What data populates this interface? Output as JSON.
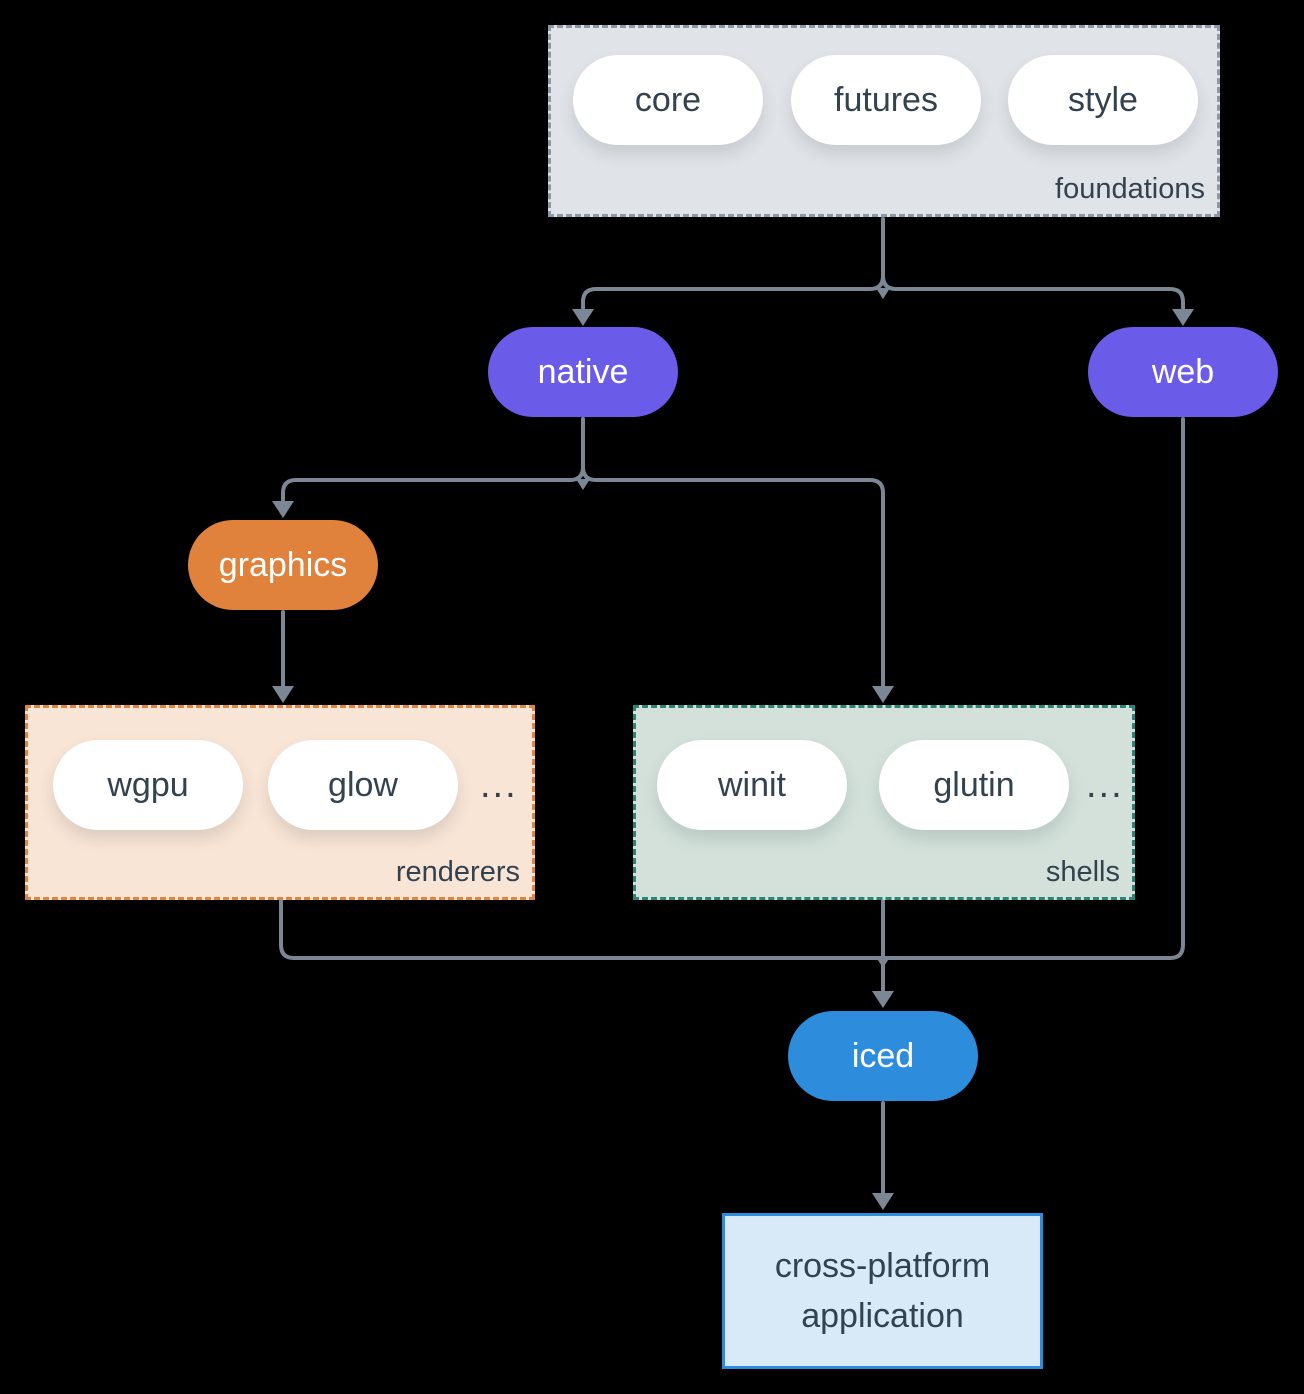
{
  "nodes": {
    "foundations": {
      "label": "foundations",
      "pills": [
        "core",
        "futures",
        "style"
      ]
    },
    "native": {
      "label": "native"
    },
    "web": {
      "label": "web"
    },
    "graphics": {
      "label": "graphics"
    },
    "renderers": {
      "label": "renderers",
      "pills": [
        "wgpu",
        "glow"
      ],
      "ellipsis": "..."
    },
    "shells": {
      "label": "shells",
      "pills": [
        "winit",
        "glutin"
      ],
      "ellipsis": "..."
    },
    "iced": {
      "label": "iced"
    },
    "application": {
      "lines": [
        "cross-platform",
        "application"
      ]
    }
  },
  "colors": {
    "background": "#000000",
    "arrow": "#7b8794",
    "purple_pill": "#6b5be9",
    "orange_pill": "#e0813c",
    "blue_pill": "#2d8cdc",
    "white_pill": "#ffffff",
    "foundations_fill": "#e0e4e8",
    "foundations_border": "#8b98a6",
    "renderers_fill": "#f9e5d5",
    "renderers_border": "#e0853f",
    "shells_fill": "#d3e1da",
    "shells_border": "#2b8577",
    "application_fill": "#d8e9f8",
    "application_border": "#2d8cdc",
    "dark_text": "#33424f",
    "light_text": "#ffffff"
  }
}
